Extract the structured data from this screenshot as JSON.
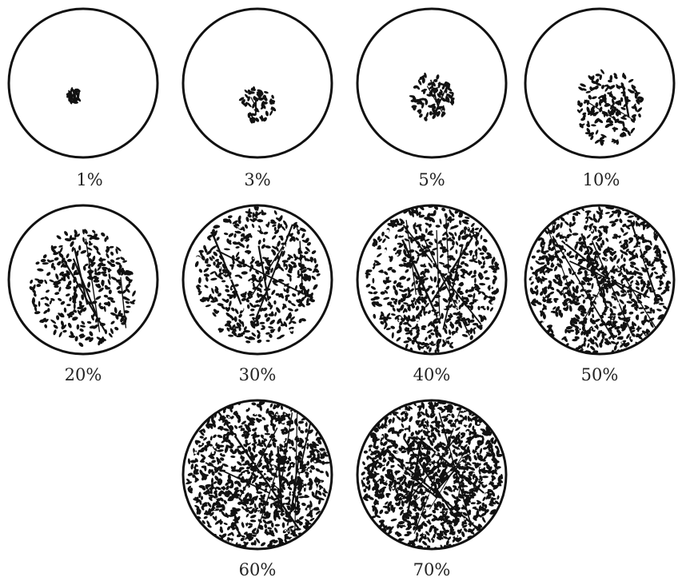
{
  "figure": {
    "panels": [
      {
        "label": "1%",
        "coverage": 0.01
      },
      {
        "label": "3%",
        "coverage": 0.03
      },
      {
        "label": "5%",
        "coverage": 0.05
      },
      {
        "label": "10%",
        "coverage": 0.1
      },
      {
        "label": "20%",
        "coverage": 0.2
      },
      {
        "label": "30%",
        "coverage": 0.3
      },
      {
        "label": "40%",
        "coverage": 0.4
      },
      {
        "label": "50%",
        "coverage": 0.5
      },
      {
        "label": "60%",
        "coverage": 0.6
      },
      {
        "label": "70%",
        "coverage": 0.7
      }
    ],
    "colors": {
      "ink": "#111111",
      "background": "#ffffff",
      "label": "#222222"
    }
  }
}
